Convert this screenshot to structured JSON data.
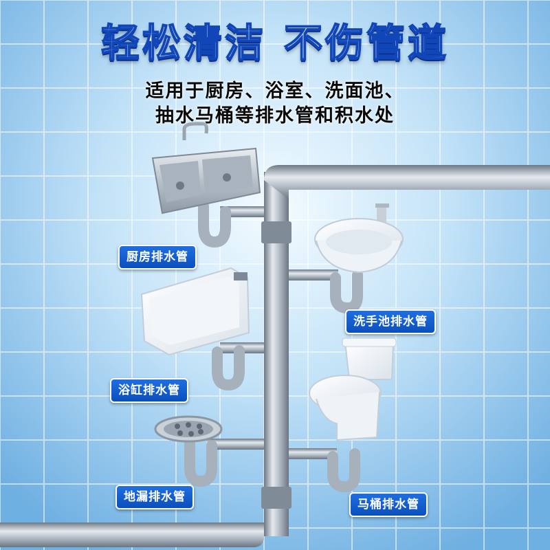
{
  "headline": {
    "part1": "轻松清洁",
    "part2": "不伤管道"
  },
  "subheadline": {
    "line1": "适用于厨房、浴室、洗面池、",
    "line2": "抽水马桶等排水管和积水处"
  },
  "labels": {
    "kitchen": "厨房排水管",
    "basin": "洗手池排水管",
    "bathtub": "浴缸排水管",
    "floor_drain": "地漏排水管",
    "toilet": "马桶排水管"
  },
  "colors": {
    "tile_background": "#8fc6ec",
    "headline_fill": "#ffffff",
    "headline_outline": "#1046b8",
    "label_background": "#1660d4",
    "pipe": "#9aa6b2"
  }
}
